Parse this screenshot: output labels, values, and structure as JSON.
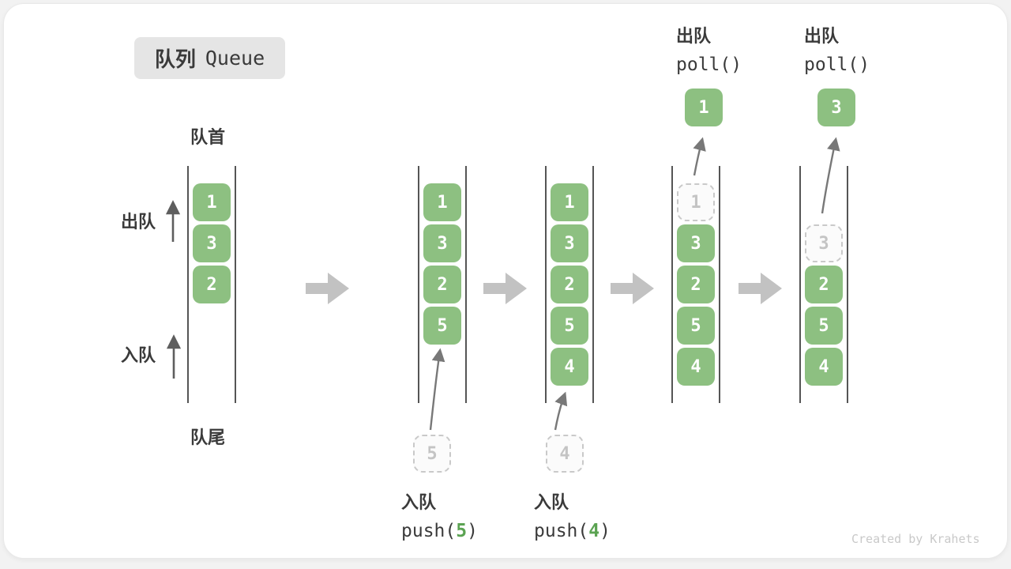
{
  "title": {
    "zh": "队列",
    "en": "Queue"
  },
  "side_labels": {
    "front": "队首",
    "rear": "队尾",
    "dequeue": "出队",
    "enqueue": "入队"
  },
  "colors": {
    "box_green": "#8dc081",
    "code_green": "#5ba352",
    "block_arrow_gray": "#c2c2c2",
    "wall_gray": "#555555",
    "dashed_gray": "#c9c9c9"
  },
  "queues": [
    {
      "name": "state-initial",
      "slots": [
        {
          "row": 0,
          "value": "1",
          "style": "filled"
        },
        {
          "row": 1,
          "value": "3",
          "style": "filled"
        },
        {
          "row": 2,
          "value": "2",
          "style": "filled"
        }
      ]
    },
    {
      "name": "state-after-push-5",
      "slots": [
        {
          "row": 0,
          "value": "1",
          "style": "filled"
        },
        {
          "row": 1,
          "value": "3",
          "style": "filled"
        },
        {
          "row": 2,
          "value": "2",
          "style": "filled"
        },
        {
          "row": 3,
          "value": "5",
          "style": "filled"
        }
      ],
      "detached": {
        "value": "5",
        "style": "dashed"
      }
    },
    {
      "name": "state-after-push-4",
      "slots": [
        {
          "row": 0,
          "value": "1",
          "style": "filled"
        },
        {
          "row": 1,
          "value": "3",
          "style": "filled"
        },
        {
          "row": 2,
          "value": "2",
          "style": "filled"
        },
        {
          "row": 3,
          "value": "5",
          "style": "filled"
        },
        {
          "row": 4,
          "value": "4",
          "style": "filled"
        }
      ],
      "detached": {
        "value": "4",
        "style": "dashed"
      }
    },
    {
      "name": "state-after-poll-1",
      "slots": [
        {
          "row": 0,
          "value": "1",
          "style": "dashed"
        },
        {
          "row": 1,
          "value": "3",
          "style": "filled"
        },
        {
          "row": 2,
          "value": "2",
          "style": "filled"
        },
        {
          "row": 3,
          "value": "5",
          "style": "filled"
        },
        {
          "row": 4,
          "value": "4",
          "style": "filled"
        }
      ],
      "detached": {
        "value": "1",
        "style": "filled"
      }
    },
    {
      "name": "state-after-poll-3",
      "slots": [
        {
          "row": 1,
          "value": "3",
          "style": "dashed"
        },
        {
          "row": 2,
          "value": "2",
          "style": "filled"
        },
        {
          "row": 3,
          "value": "5",
          "style": "filled"
        },
        {
          "row": 4,
          "value": "4",
          "style": "filled"
        }
      ],
      "detached": {
        "value": "3",
        "style": "filled"
      }
    }
  ],
  "operations": [
    {
      "type": "enqueue",
      "zh": "入队",
      "code_before": "push(",
      "arg": "5",
      "code_after": ")"
    },
    {
      "type": "enqueue",
      "zh": "入队",
      "code_before": "push(",
      "arg": "4",
      "code_after": ")"
    },
    {
      "type": "dequeue",
      "zh": "出队",
      "code": "poll()"
    },
    {
      "type": "dequeue",
      "zh": "出队",
      "code": "poll()"
    }
  ],
  "watermark": "Created by Krahets"
}
